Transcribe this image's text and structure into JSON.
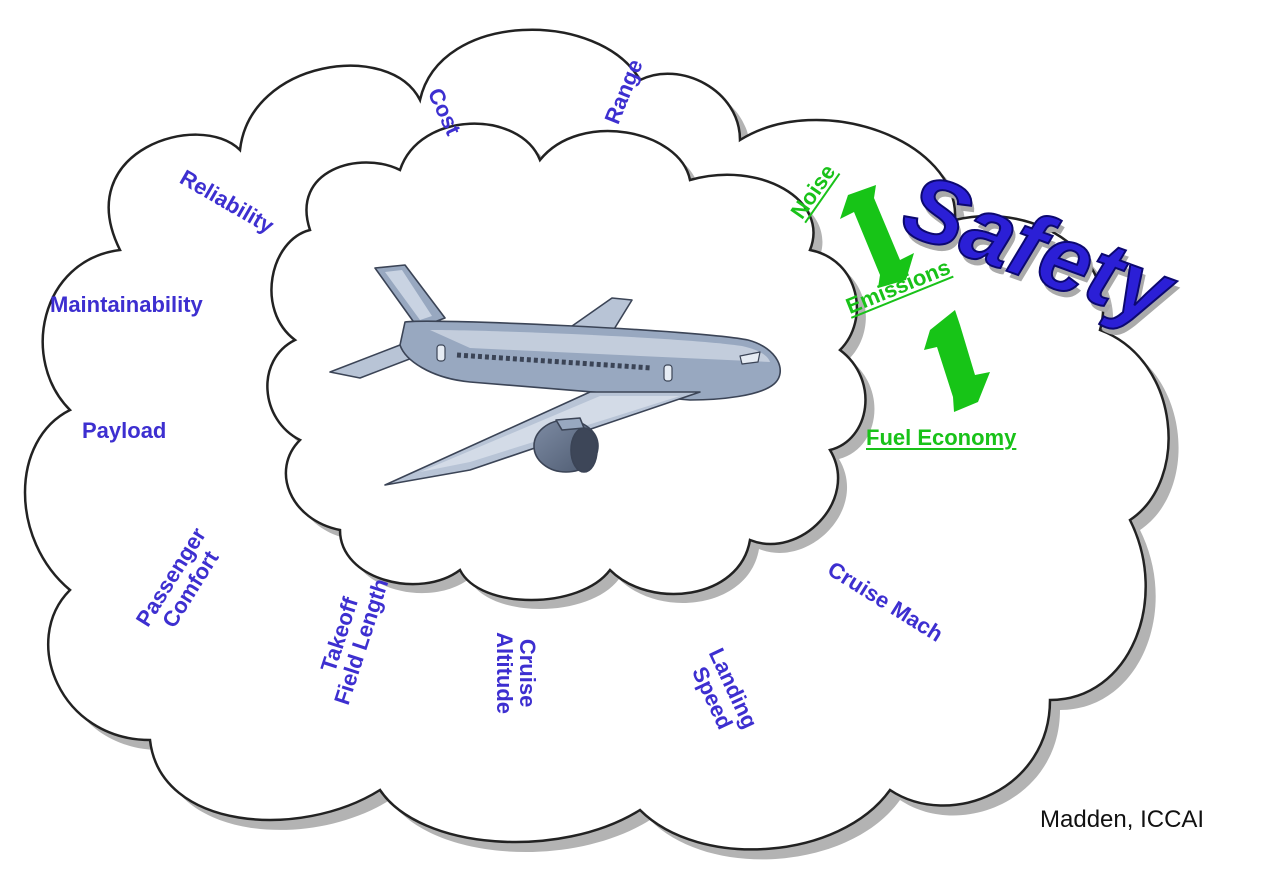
{
  "title": "Safety",
  "citation": "Madden, ICCAI",
  "outer_attributes": {
    "cost": "Cost",
    "range": "Range",
    "reliability": "Reliability",
    "maintainability": "Maintainability",
    "payload": "Payload",
    "passenger_comfort": [
      "Passenger",
      "Comfort"
    ],
    "takeoff_field_length": [
      "Takeoff",
      "Field Length"
    ],
    "cruise_altitude": [
      "Cruise",
      "Altitude"
    ],
    "landing_speed": [
      "Landing",
      "Speed"
    ],
    "cruise_mach": "Cruise Mach"
  },
  "environmental_tradeoffs": {
    "noise": "Noise",
    "emissions": "Emissions",
    "fuel_economy": "Fuel Economy"
  },
  "colors": {
    "attribute_text": "#3d2fd0",
    "tradeoff_text": "#19c219",
    "safety_text": "#2b1fd6",
    "cloud_fill": "#ffffff",
    "cloud_outline": "#222222",
    "cloud_shadow": "#b3b3b3",
    "aircraft_body": "#98a8c0"
  }
}
